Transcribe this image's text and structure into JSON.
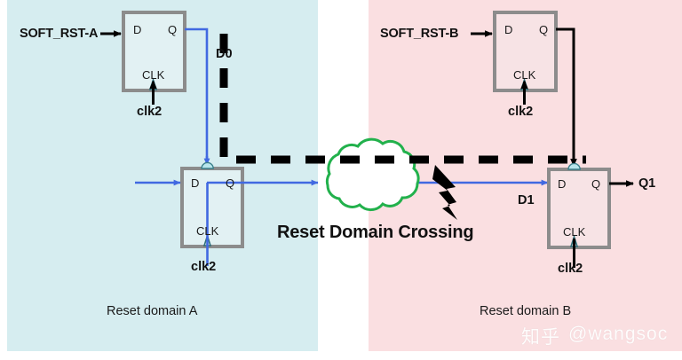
{
  "diagram": {
    "title_text": "Reset Domain Crossing",
    "domains": [
      {
        "name": "domain-a",
        "label": "Reset domain A",
        "color": "#d6edf0"
      },
      {
        "name": "domain-b",
        "label": "Reset domain B",
        "color": "#fadfe1"
      }
    ],
    "signals": {
      "soft_rst_a": "SOFT_RST-A",
      "soft_rst_b": "SOFT_RST-B",
      "d0": "D0",
      "d1": "D1",
      "q1": "Q1",
      "clk_a_top": "clk2",
      "clk_a_bottom": "clk2",
      "clk_b_top": "clk2",
      "clk_b_bottom": "clk2"
    },
    "pins": {
      "d": "D",
      "q": "Q",
      "clk": "CLK"
    },
    "flipflops": [
      {
        "name": "ff-a-top",
        "d": "D",
        "q": "Q",
        "clk": "CLK",
        "has_reset_bubble": false
      },
      {
        "name": "ff-a-bottom",
        "d": "D",
        "q": "Q",
        "clk": "CLK",
        "has_reset_bubble": true
      },
      {
        "name": "ff-b-top",
        "d": "D",
        "q": "Q",
        "clk": "CLK",
        "has_reset_bubble": false
      },
      {
        "name": "ff-b-bottom",
        "d": "D",
        "q": "Q",
        "clk": "CLK",
        "has_reset_bubble": true
      }
    ],
    "colors": {
      "domain_a_bg": "#d6edf0",
      "domain_b_bg": "#fadfe1",
      "ff_border": "#8c8c8c",
      "ff_fill_a": "#e2f1f3",
      "ff_fill_b": "#f7e3e5",
      "wire_blue": "#4169e1",
      "wire_black": "#000000",
      "cloud_green": "#22b14c",
      "bubble_fill": "#b8e6ec",
      "text": "#111111"
    },
    "cloud_label": "reset-domain-crossing-cloud",
    "hazard_label": "rdc-hazard-arrow"
  },
  "watermark": {
    "logo": "知乎",
    "handle": "@wangsoc"
  }
}
